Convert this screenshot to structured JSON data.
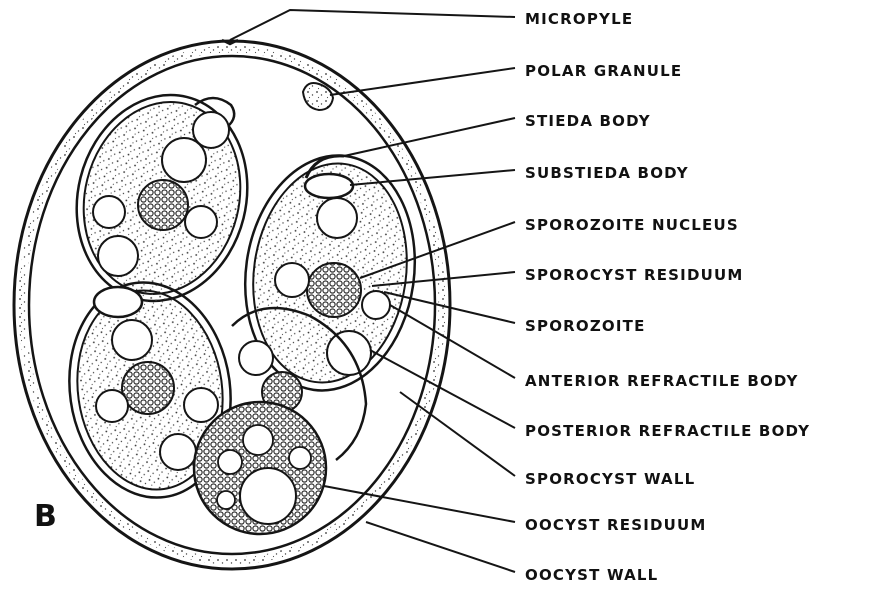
{
  "figure": {
    "panel_letter": "B",
    "labels": {
      "micropyle": "MICROPYLE",
      "polar_granule": "POLAR GRANULE",
      "stieda_body": "STIEDA BODY",
      "substieda_body": "SUBSTIEDA BODY",
      "sporozoite_nucleus": "SPOROZOITE NUCLEUS",
      "sporocyst_residuum": "SPOROCYST RESIDUUM",
      "sporozoite": "SPOROZOITE",
      "anterior_refractile_body": "ANTERIOR REFRACTILE BODY",
      "posterior_refractile_body": "POSTERIOR REFRACTILE BODY",
      "sporocyst_wall": "SPOROCYST WALL",
      "oocyst_residuum": "OOCYST RESIDUUM",
      "oocyst_wall": "OOCYST WALL"
    }
  }
}
